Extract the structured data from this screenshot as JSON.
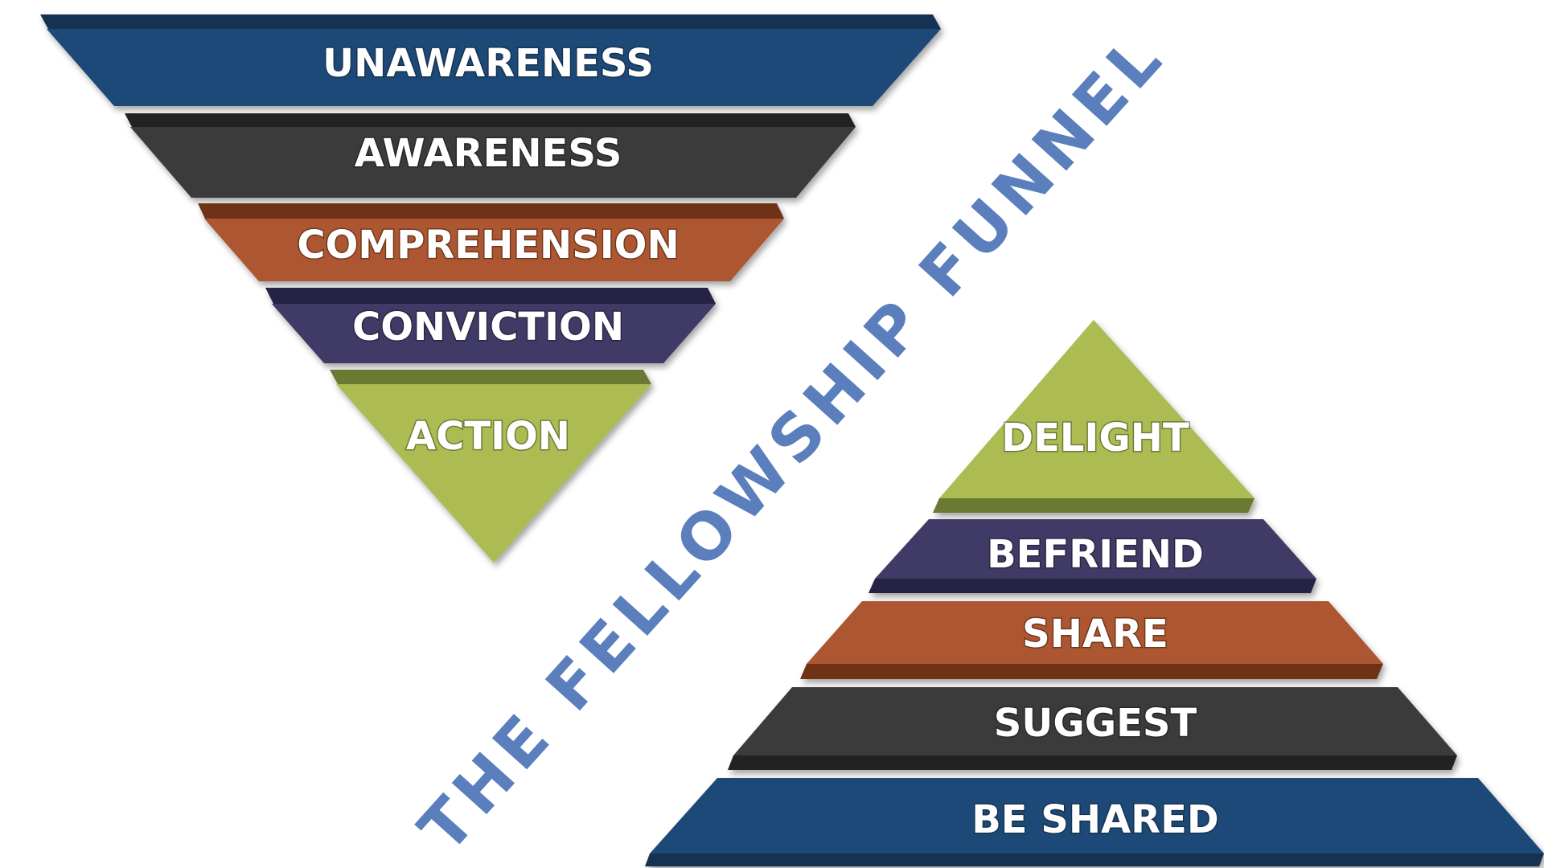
{
  "title": "THE FELLOWSHIP FUNNEL",
  "funnel": {
    "levels": [
      {
        "label": "UNAWARENESS",
        "color": "#1f4a78",
        "edge": "#153352"
      },
      {
        "label": "AWARENESS",
        "color": "#3b3b3b",
        "edge": "#222222"
      },
      {
        "label": "COMPREHENSION",
        "color": "#ad5630",
        "edge": "#6e3218"
      },
      {
        "label": "CONVICTION",
        "color": "#3f3a66",
        "edge": "#282445"
      },
      {
        "label": "ACTION",
        "color": "#adbb52",
        "edge": "#6b7a30"
      }
    ]
  },
  "pyramid": {
    "levels": [
      {
        "label": "DELIGHT",
        "color": "#adbb52",
        "edge": "#6b7a30"
      },
      {
        "label": "BEFRIEND",
        "color": "#3f3a66",
        "edge": "#282445"
      },
      {
        "label": "SHARE",
        "color": "#ad5630",
        "edge": "#6e3218"
      },
      {
        "label": "SUGGEST",
        "color": "#3b3b3b",
        "edge": "#222222"
      },
      {
        "label": "BE SHARED",
        "color": "#1f4a78",
        "edge": "#153352"
      }
    ]
  }
}
